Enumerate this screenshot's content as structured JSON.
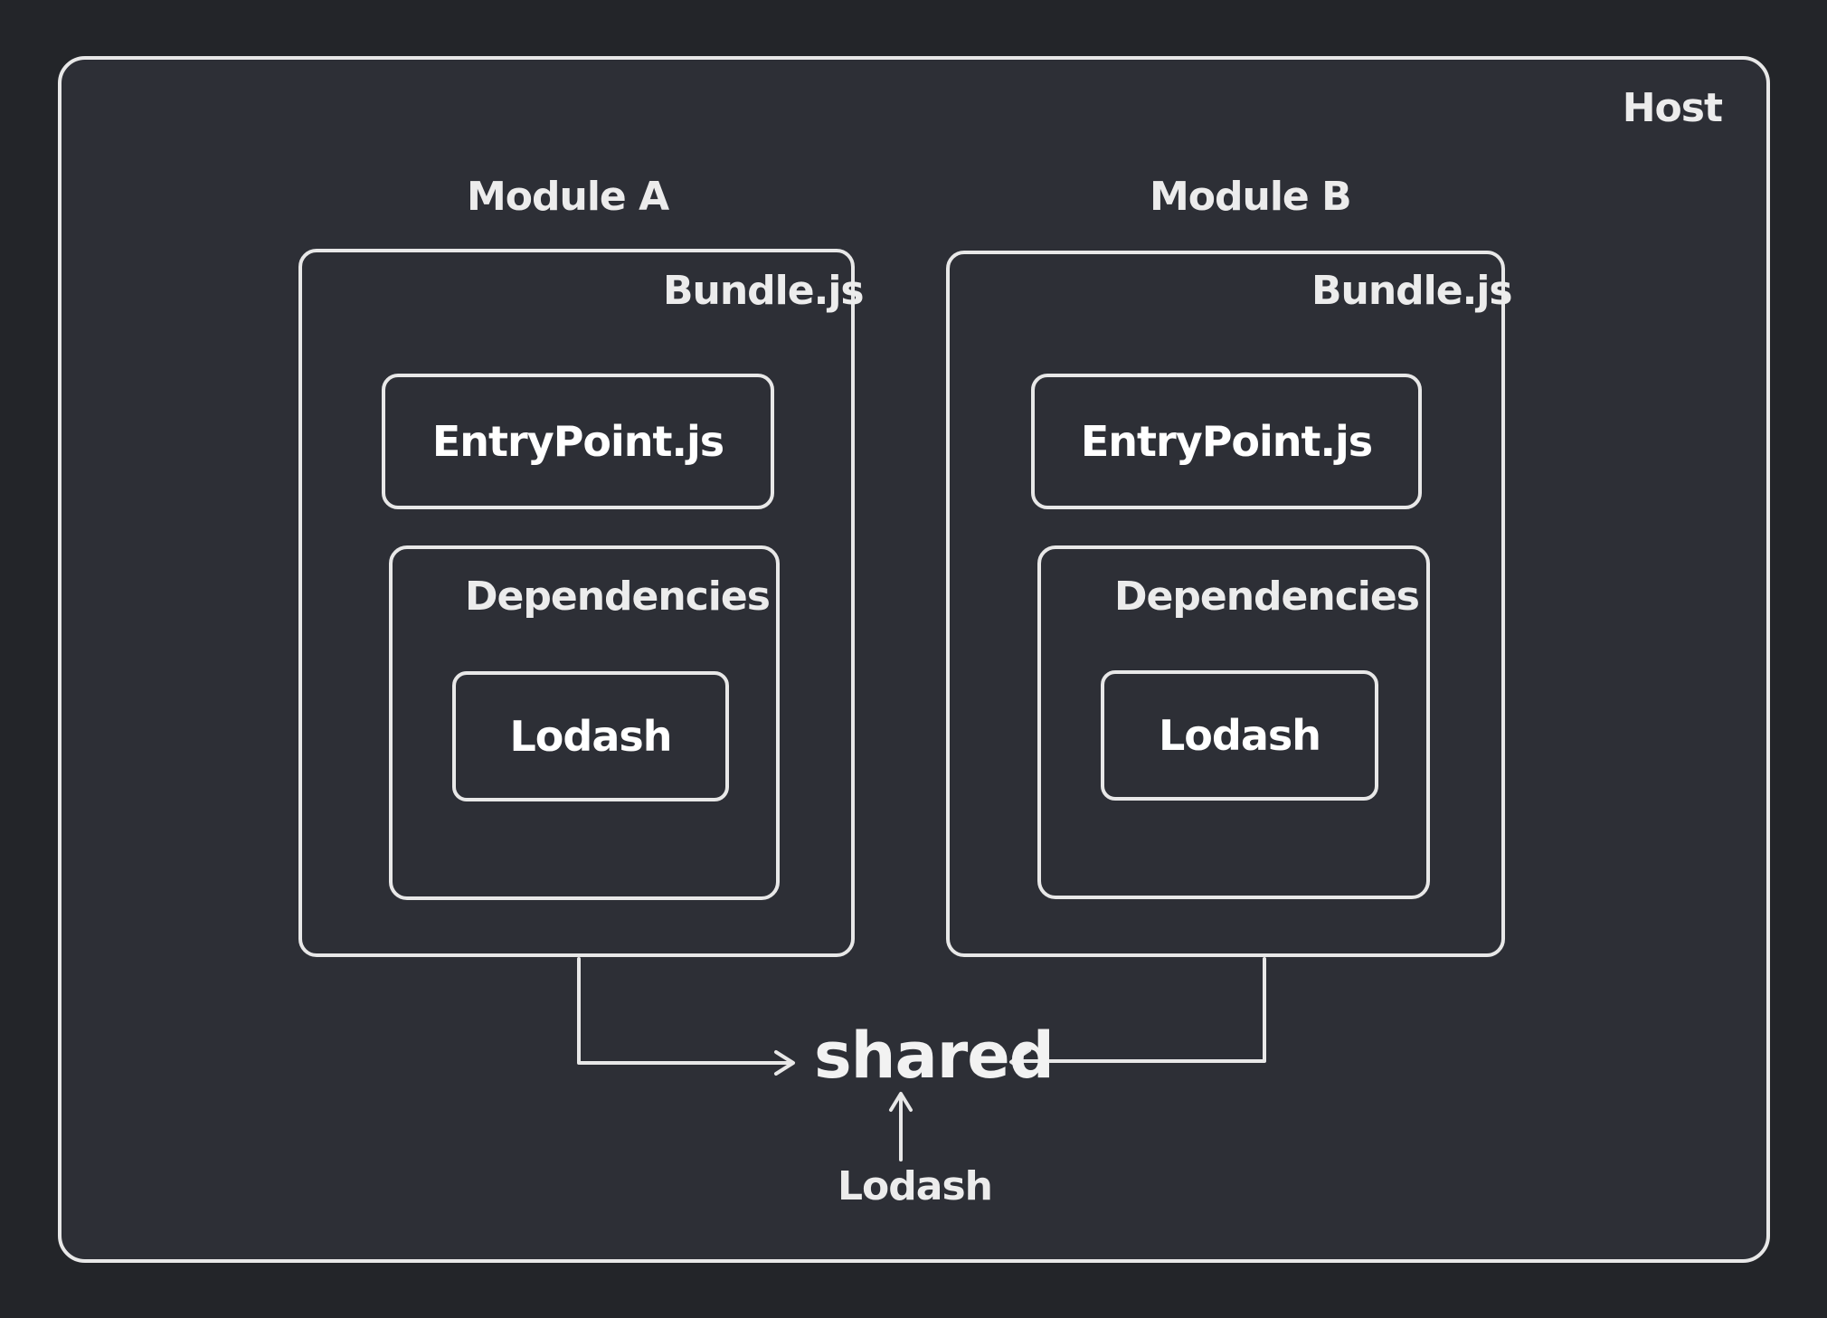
{
  "host": {
    "label": "Host"
  },
  "modules": [
    {
      "title": "Module A",
      "bundle_label": "Bundle.js",
      "entrypoint_label": "EntryPoint.js",
      "dependencies_label": "Dependencies",
      "library_label": "Lodash"
    },
    {
      "title": "Module B",
      "bundle_label": "Bundle.js",
      "entrypoint_label": "EntryPoint.js",
      "dependencies_label": "Dependencies",
      "library_label": "Lodash"
    }
  ],
  "shared": {
    "label": "shared",
    "source_label": "Lodash"
  },
  "colors": {
    "background": "#232529",
    "panel": "#2d2f36",
    "stroke": "#e8e8e8",
    "text": "#ececec"
  }
}
